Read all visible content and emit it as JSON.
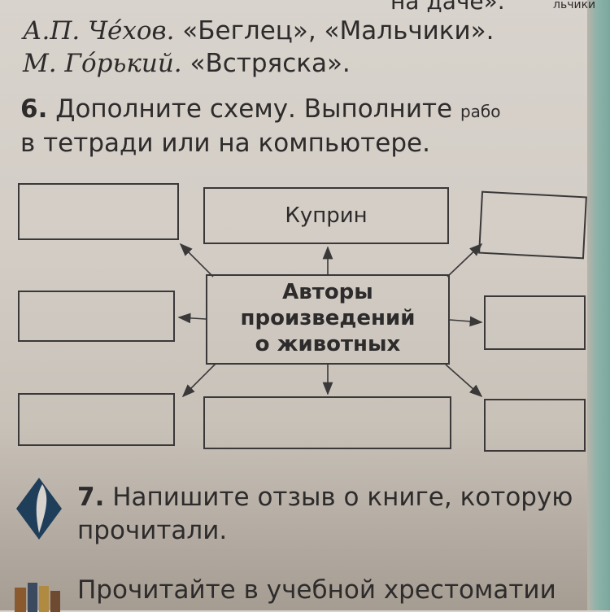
{
  "top_text": {
    "partial_line": "на даче».",
    "partial_right": "льчики",
    "line1_author": "А.П. Че́хов.",
    "line1_works": "«Беглец», «Мальчики».",
    "line2_author": "М. Го́рький.",
    "line2_works": "«Встряска»."
  },
  "task6": {
    "number": "6.",
    "line1": "Дополните схему. Выполните",
    "line1_cut": "рабо",
    "line2": "в тетради или на компьютере."
  },
  "diagram": {
    "center": [
      "Авторы",
      "произведений",
      "о животных"
    ],
    "filled": "Куприн"
  },
  "task7": {
    "number": "7.",
    "line1": "Напишите отзыв о книге, которую",
    "line2": "прочитали."
  },
  "bottom": {
    "line": "Прочитайте в учебной хрестоматии"
  }
}
